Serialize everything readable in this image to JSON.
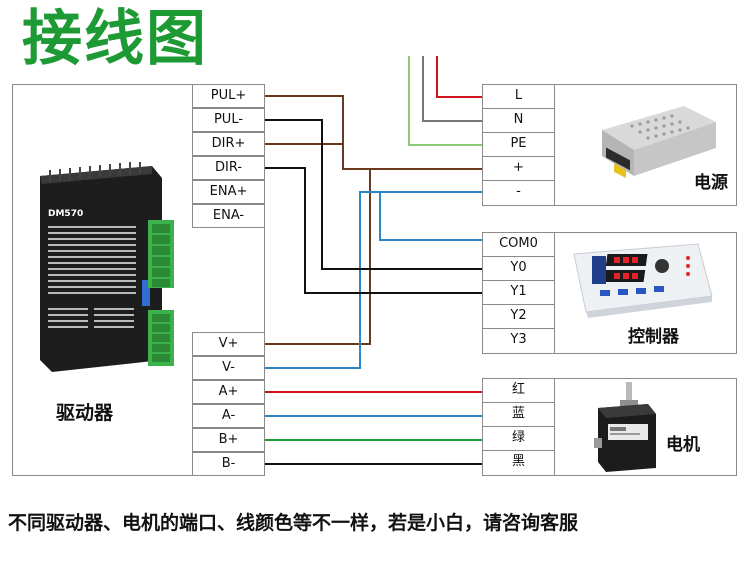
{
  "title": "接线图",
  "driver": {
    "caption": "驱动器",
    "model": "DM570",
    "top_terminals": [
      "PUL+",
      "PUL-",
      "DIR+",
      "DIR-",
      "ENA+",
      "ENA-"
    ],
    "bottom_terminals": [
      "V+",
      "V-",
      "A+",
      "A-",
      "B+",
      "B-"
    ]
  },
  "power": {
    "caption": "电源",
    "terminals": [
      "L",
      "N",
      "PE",
      "+",
      "-"
    ]
  },
  "controller": {
    "caption": "控制器",
    "terminals": [
      "COM0",
      "Y0",
      "Y1",
      "Y2",
      "Y3"
    ]
  },
  "motor": {
    "caption": "电机",
    "terminals": [
      "红",
      "蓝",
      "绿",
      "黑"
    ]
  },
  "wire_colors": {
    "brown": "#6b3a1e",
    "black": "#111111",
    "red": "#d0141c",
    "blue": "#2a86c8",
    "green": "#1f9a3c",
    "light_green": "#8ccc78",
    "gray": "#777777",
    "accent": "#1d9a34"
  },
  "footer": "不同驱动器、电机的端口、线颜色等不一样，若是小白，请咨询客服"
}
